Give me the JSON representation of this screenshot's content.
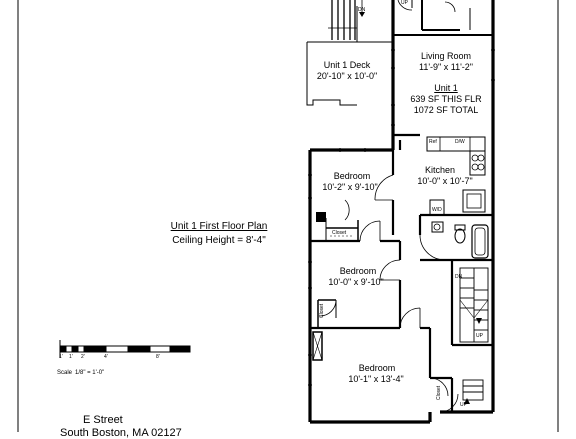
{
  "plan": {
    "title": "Unit 1 First Floor Plan",
    "ceiling": "Ceiling Height = 8'-4\"",
    "street": "E Street",
    "address_partial": "South Boston, MA 02127"
  },
  "scale": {
    "label": "Scale",
    "value": "1/8\" = 1'-0\"",
    "ticks": [
      "1'",
      "1'",
      "2'",
      "4'",
      "8'"
    ]
  },
  "rooms": {
    "deck": {
      "name": "Unit 1 Deck",
      "dims": "20'-10\" x 10'-0\""
    },
    "living": {
      "name": "Living Room",
      "dims": "11'-9\" x 11'-2\""
    },
    "unit": {
      "name": "Unit 1",
      "this_flr": "639 SF THIS FLR",
      "total": "1072 SF TOTAL"
    },
    "kitchen": {
      "name": "Kitchen",
      "dims": "10'-0\" x 10'-7\""
    },
    "bed1": {
      "name": "Bedroom",
      "dims": "10'-2\" x 9'-10\""
    },
    "bed2": {
      "name": "Bedroom",
      "dims": "10'-0\" x 9'-10\""
    },
    "bed3": {
      "name": "Bedroom",
      "dims": "10'-1\" x 13'-4\""
    }
  },
  "fixtures": {
    "ref": "Ref",
    "dw": "D/W",
    "wd": "W/D",
    "closet": "Closet",
    "dn": "DN",
    "up": "UP"
  }
}
